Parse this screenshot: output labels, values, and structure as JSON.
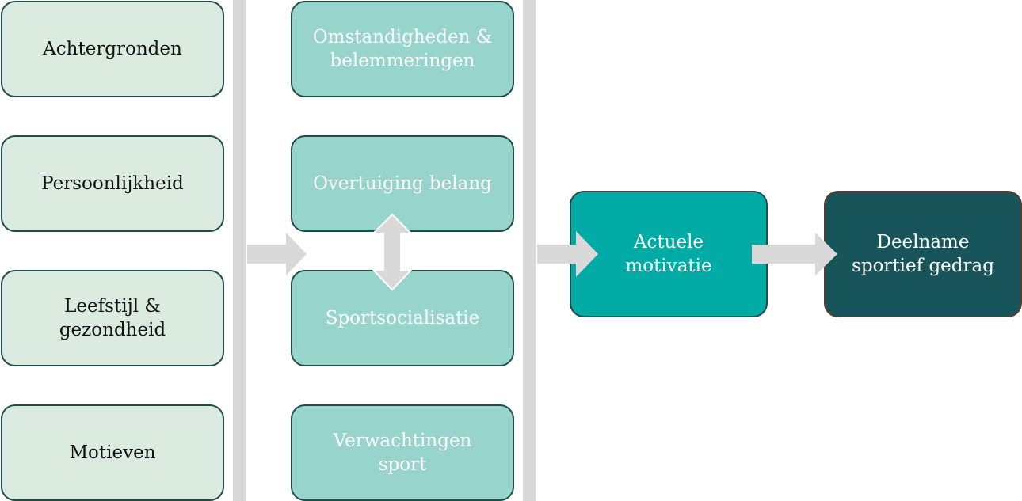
{
  "colors": {
    "light_box_fill": "#dcebe0",
    "mid_box_fill": "#97d5cc",
    "motivation_fill": "#00aba5",
    "participation_fill": "#17555a",
    "arrow_fill": "#d9d9d9",
    "divider_fill": "#d9d9d9",
    "box_border": "#1e4d4a"
  },
  "column_1": [
    {
      "label": "Achtergronden"
    },
    {
      "label": "Persoonlijkheid"
    },
    {
      "label": "Leefstijl &\ngezondheid"
    },
    {
      "label": "Motieven"
    }
  ],
  "column_2": [
    {
      "label": "Omstandigheden &\nbelemmeringen"
    },
    {
      "label": "Overtuiging belang"
    },
    {
      "label": "Sportsocialisatie"
    },
    {
      "label": "Verwachtingen\nsport"
    }
  ],
  "motivation": {
    "label": "Actuele\nmotivatie"
  },
  "participation": {
    "label": "Deelname\nsportief gedrag"
  }
}
